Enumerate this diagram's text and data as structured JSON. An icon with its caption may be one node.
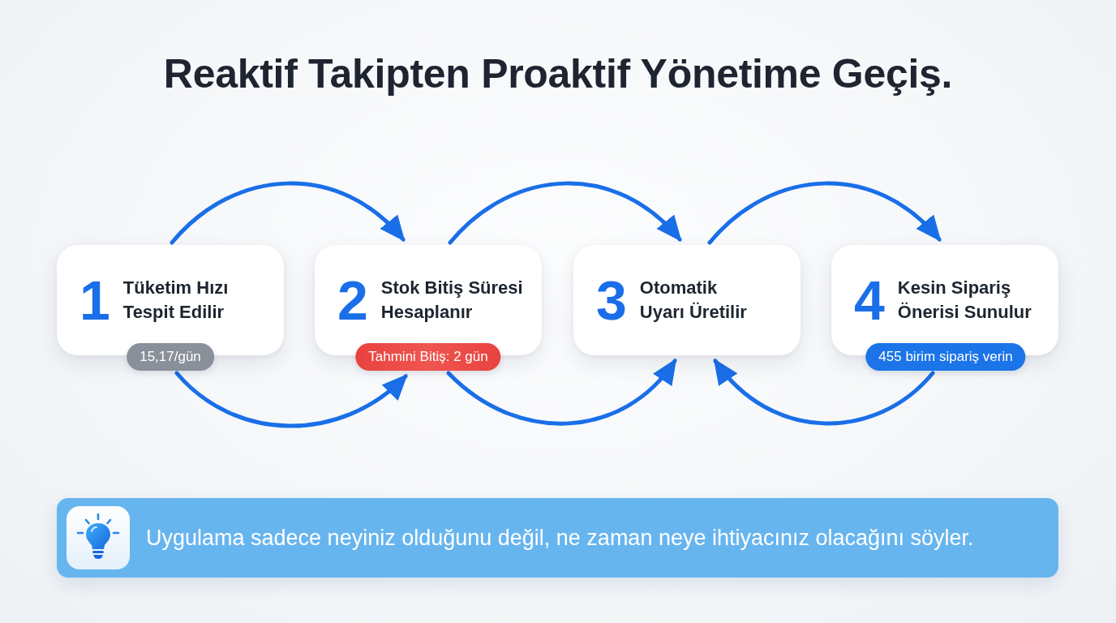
{
  "diagram": {
    "title": "Reaktif Takipten Proaktif Yönetime Geçiş.",
    "nodes": [
      {
        "text": [
          "1",
          "Tüketim Hızı Tespit Edilir"
        ]
      },
      {
        "text": [
          "15,17/gün"
        ]
      },
      {
        "text": [
          "2",
          "Stok Bitiş Süresi Hesaplanır"
        ]
      },
      {
        "text": [
          "Tahmini Bitiş: 2 gün"
        ]
      },
      {
        "text": [
          "3",
          "Otomatik Uyarı Üretilir"
        ]
      },
      {
        "text": [
          "4",
          "Kesin Sipariş Önerisi Sunulur"
        ]
      },
      {
        "text": [
          "455 birim sipariş verin"
        ]
      },
      {
        "text": [
          "Uygulama sadece neyiniz olduğunu değil, ne zaman neye ihtiyacınız olacağını söyler."
        ]
      }
    ],
    "edges": [
      {
        "from": 0,
        "to": 2,
        "arrow": "to"
      },
      {
        "from": 2,
        "to": 4,
        "arrow": "to"
      },
      {
        "from": 4,
        "to": 5,
        "arrow": "to"
      },
      {
        "from": 1,
        "to": 3,
        "arrow": "to"
      },
      {
        "from": 3,
        "to": 4,
        "arrow": "to"
      },
      {
        "from": 6,
        "to": 4,
        "arrow": "to"
      }
    ]
  }
}
